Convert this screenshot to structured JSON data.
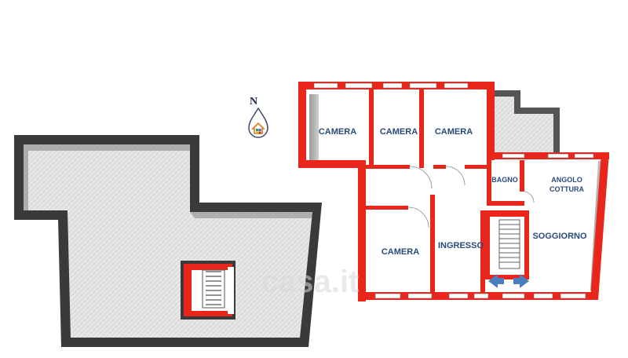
{
  "north": {
    "letter": "N",
    "icon": "house-drop-icon"
  },
  "rooms": [
    {
      "id": "camera-1",
      "label": "CAMERA"
    },
    {
      "id": "camera-2",
      "label": "CAMERA"
    },
    {
      "id": "camera-3",
      "label": "CAMERA"
    },
    {
      "id": "bagno",
      "label": "BAGNO"
    },
    {
      "id": "angolo-cottura",
      "label": "ANGOLO COTTURA",
      "lines": [
        "ANGOLO",
        "COTTURA"
      ]
    },
    {
      "id": "camera-4",
      "label": "CAMERA"
    },
    {
      "id": "ingresso",
      "label": "INGRESSO"
    },
    {
      "id": "soggiorno",
      "label": "SOGGIORNO"
    }
  ],
  "watermark": {
    "text": "casa.it"
  },
  "colors": {
    "wall": "#e8261b",
    "wall_dark": "#3a3a3a",
    "terrace_fill": "#e4e4e4",
    "label": "#2a4a7a",
    "arrow": "#4a7fc1"
  }
}
